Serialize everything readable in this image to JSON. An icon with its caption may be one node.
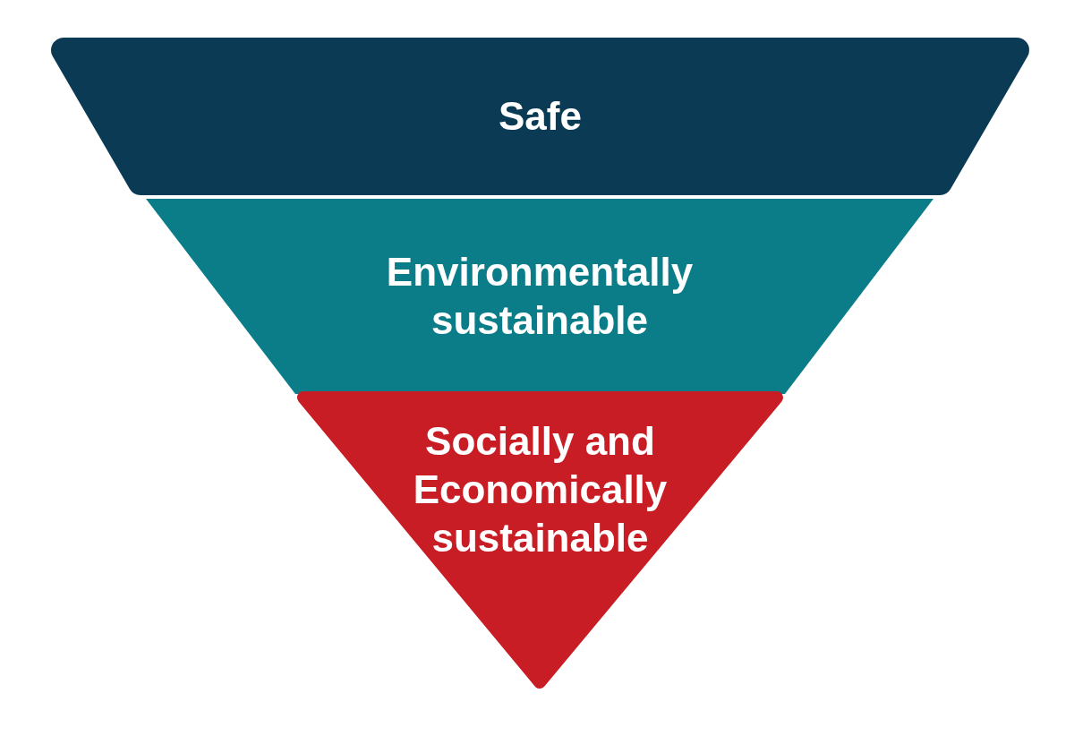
{
  "diagram": {
    "nodes": [
      {
        "text": [
          "Safe"
        ]
      },
      {
        "text": [
          "Environmentally sustainable"
        ]
      },
      {
        "text": [
          "Socially and Economically sustainable"
        ]
      }
    ]
  }
}
